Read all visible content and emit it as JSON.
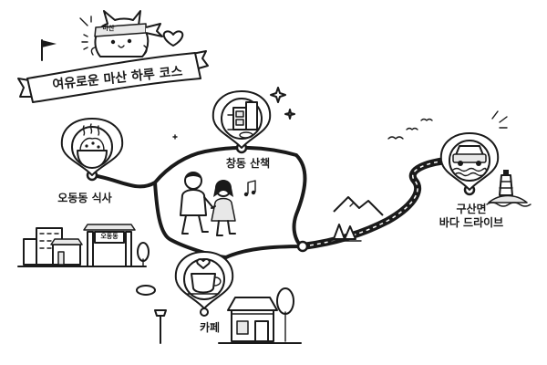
{
  "title": "여유로운 마산 하루 코스",
  "mascot": {
    "headband_text": "마산"
  },
  "stops": [
    {
      "id": "odong",
      "label": "오동동 식사",
      "icon": "rice-bowl-icon"
    },
    {
      "id": "changdong",
      "label": "창동 산책",
      "icon": "alley-buildings-icon"
    },
    {
      "id": "gusan",
      "label": [
        "구산면",
        "바다 드라이브"
      ],
      "icon": "car-by-sea-icon"
    },
    {
      "id": "cafe",
      "label": "카페",
      "icon": "coffee-cup-icon"
    }
  ],
  "landmarks": {
    "odong_gate_sign": "오동동"
  },
  "colors": {
    "ink": "#1a1a1a",
    "background": "#ffffff",
    "soft_fill": "#e8e8e8"
  }
}
